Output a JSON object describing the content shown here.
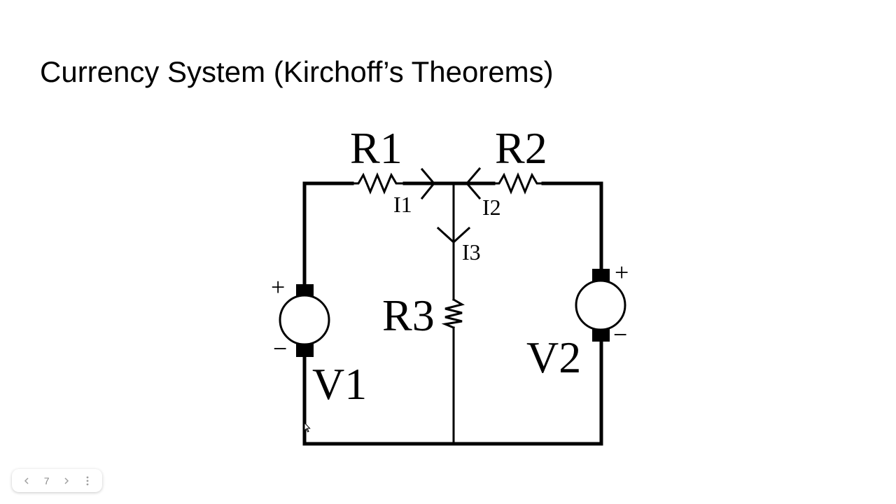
{
  "slide": {
    "title": "Currency System (Kirchoff’s Theorems)"
  },
  "diagram": {
    "labels": {
      "r1": "R1",
      "r2": "R2",
      "r3": "R3",
      "i1": "I1",
      "i2": "I2",
      "i3": "I3",
      "v1": "V1",
      "v2": "V2",
      "v1_plus": "+",
      "v1_minus": "−",
      "v2_plus": "+",
      "v2_minus": "−"
    }
  },
  "nav": {
    "page_number": "7",
    "prev_icon": "chevron-left-icon",
    "next_icon": "chevron-right-icon",
    "more_icon": "more-vertical-icon"
  }
}
